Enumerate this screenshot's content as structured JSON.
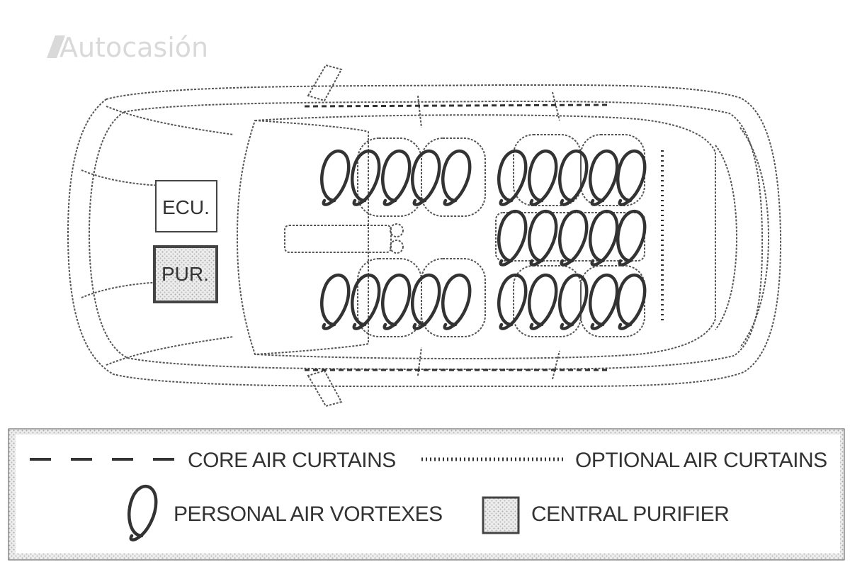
{
  "watermark": {
    "text": "Autocasión",
    "color": "#d9d9d9"
  },
  "components": {
    "ecu_label": "ECU.",
    "purifier_label": "PUR."
  },
  "legend": {
    "core_air_curtains": "CORE AIR CURTAINS",
    "optional_air_curtains": "OPTIONAL AIR CURTAINS",
    "personal_air_vortexes": "PERSONAL AIR VORTEXES",
    "central_purifier": "CENTRAL PURIFIER"
  },
  "colors": {
    "line": "#444444",
    "stipple": "#b5b5b5",
    "background": "#ffffff"
  }
}
